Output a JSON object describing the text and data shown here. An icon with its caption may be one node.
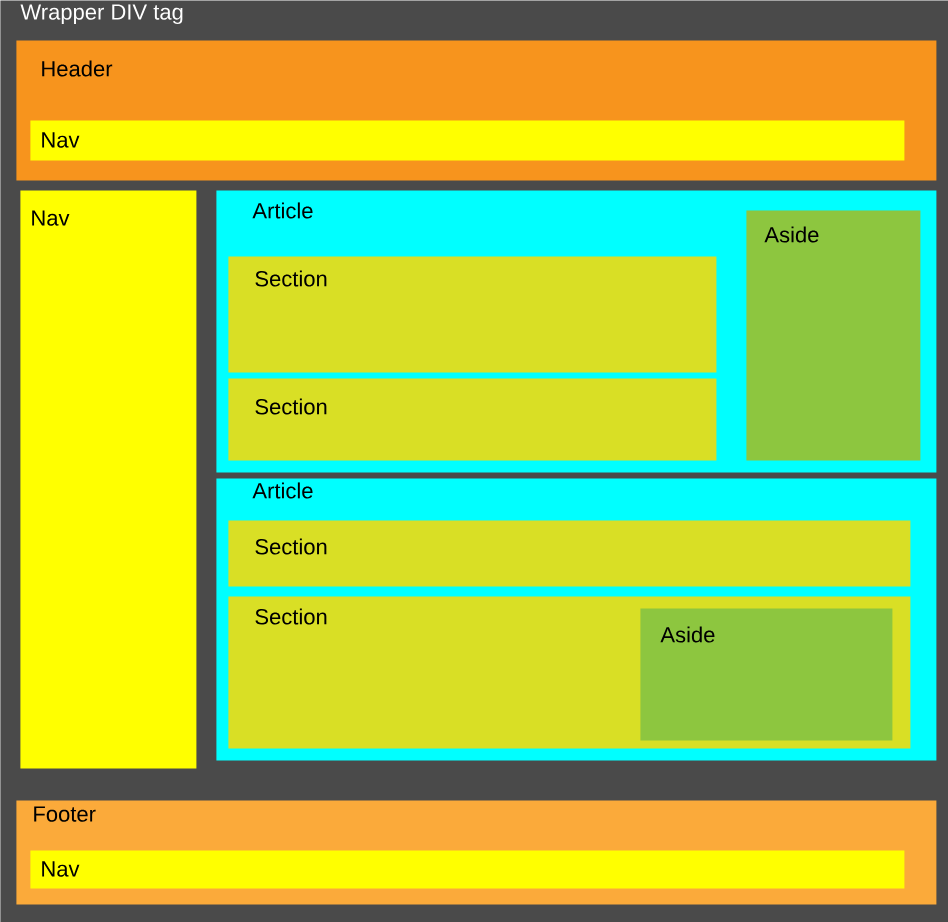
{
  "diagram": {
    "nodes": [
      {
        "text": [
          "Wrapper DIV tag"
        ]
      },
      {
        "text": [
          "Header"
        ],
        "in": 0
      },
      {
        "text": [
          "Nav"
        ],
        "in": 1
      },
      {
        "text": [
          "Nav"
        ],
        "in": 0
      },
      {
        "text": [
          "Article"
        ],
        "in": 0
      },
      {
        "text": [
          "Section"
        ],
        "in": 4
      },
      {
        "text": [
          "Section"
        ],
        "in": 4
      },
      {
        "text": [
          "Aside"
        ],
        "in": 4
      },
      {
        "text": [
          "Article"
        ],
        "in": 0
      },
      {
        "text": [
          "Section"
        ],
        "in": 8
      },
      {
        "text": [
          "Section"
        ],
        "in": 8
      },
      {
        "text": [
          "Aside"
        ],
        "in": 10
      },
      {
        "text": [
          "Footer"
        ],
        "in": 0
      },
      {
        "text": [
          "Nav"
        ],
        "in": 12
      }
    ]
  }
}
